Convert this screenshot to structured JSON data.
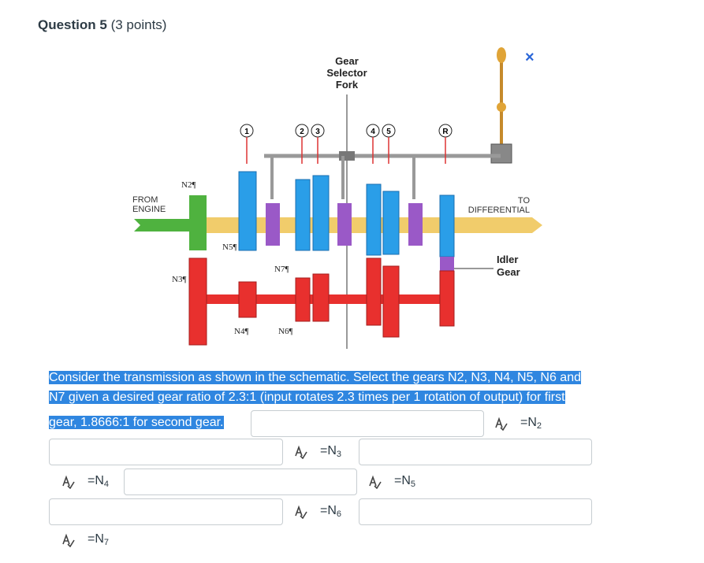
{
  "question": {
    "title": "Question 5",
    "points": "(3 points)"
  },
  "diagram": {
    "title_lines": [
      "Gear",
      "Selector",
      "Fork"
    ],
    "from_engine": [
      "FROM",
      "ENGINE"
    ],
    "to_differential": [
      "TO",
      "DIFFERENTIAL"
    ],
    "idler_gear": [
      "Idler",
      "Gear"
    ],
    "close_glyph": "×",
    "gear_numbers": [
      "1",
      "2",
      "3",
      "4",
      "5",
      "R"
    ],
    "n2": "N2¶",
    "n3": "N3¶",
    "n4": "N4¶",
    "n5": "N5¶",
    "n6": "N6¶",
    "n7": "N7¶"
  },
  "prompt": {
    "line1": "Consider the transmission as shown in the schematic.  Select the gears N",
    "line1_sub": [
      "2",
      "3",
      "4",
      "5",
      "6"
    ],
    "line1_full": "Consider the transmission as shown in the schematic.  Select the gears N2, N3, N4, N5, N6 and",
    "line2": "N7 given a desired gear ratio of 2.3:1 (input rotates 2.3 times per 1 rotation of output) for first",
    "line3": "gear,  1.8666:1 for second gear."
  },
  "answers": [
    {
      "label": "=N",
      "sub": "2",
      "value": ""
    },
    {
      "label": "=N",
      "sub": "3",
      "value": ""
    },
    {
      "label": "=N",
      "sub": "4",
      "value": ""
    },
    {
      "label": "=N",
      "sub": "5",
      "value": ""
    },
    {
      "label": "=N",
      "sub": "6",
      "value": ""
    },
    {
      "label": "=N",
      "sub": "7",
      "value": ""
    }
  ],
  "colors": {
    "highlight": "#2f86e0",
    "red_gear": "#e8302e",
    "blue_gear": "#2a9ee8",
    "purple": "#9a59c7",
    "green": "#4fb23f",
    "shaft": "#f1cc6b"
  }
}
